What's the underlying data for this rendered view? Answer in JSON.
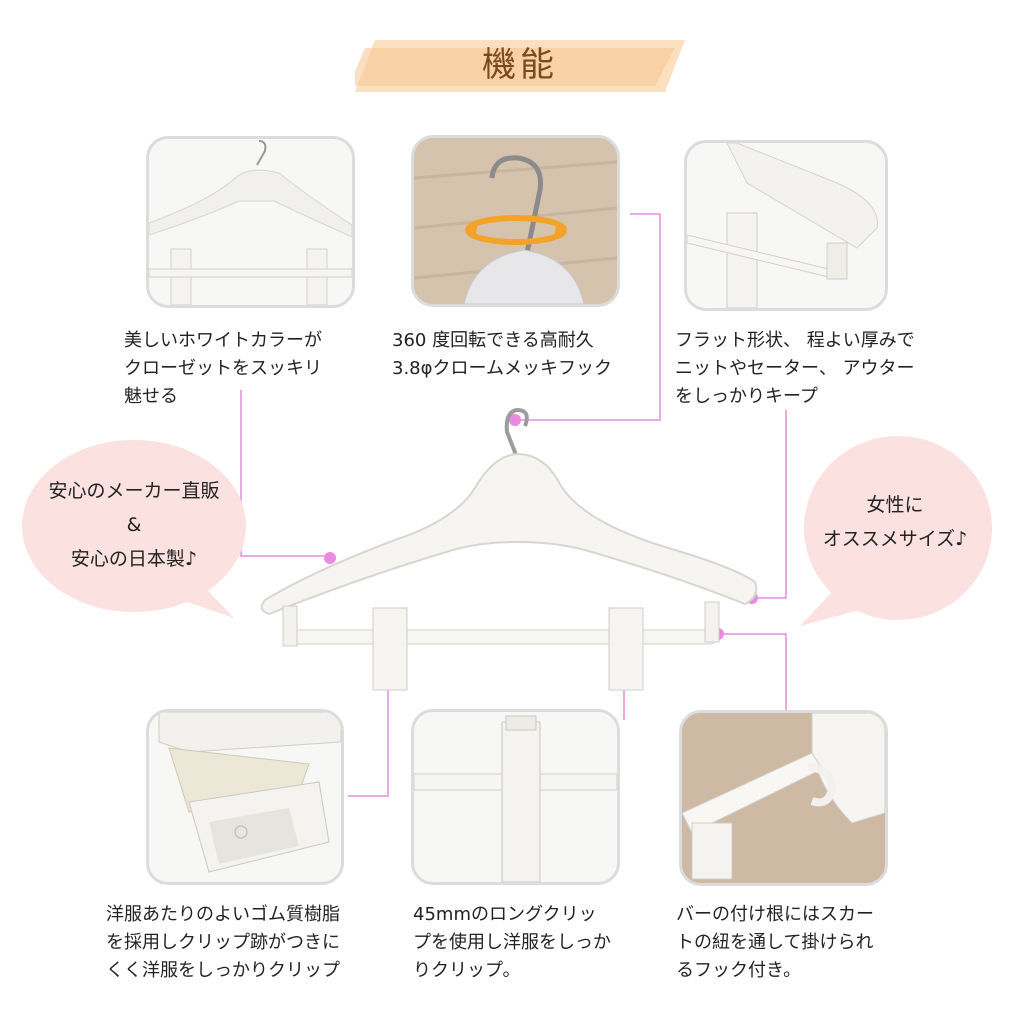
{
  "title": "機能",
  "features": [
    {
      "id": "color",
      "caption": "美しいホワイトカラーが\nクローゼットをスッキリ\n魅せる"
    },
    {
      "id": "hook",
      "caption": "360 度回転できる高耐久\n3.8φクロームメッキフック"
    },
    {
      "id": "shape",
      "caption": "フラット形状、 程よい厚みで\nニットやセーター、 アウター\nをしっかりキープ"
    },
    {
      "id": "rubber",
      "caption": "洋服あたりのよいゴム質樹脂\nを採用しクリップ跡がつきに\nくく洋服をしっかりクリップ"
    },
    {
      "id": "clip",
      "caption": "45mmのロングクリッ\nプを使用し洋服をしっか\nりクリップ。"
    },
    {
      "id": "skirt-hook",
      "caption": "バーの付け根にはスカー\nトの紐を通して掛けられ\nるフック付き。"
    }
  ],
  "badges": {
    "left": "安心のメーカー直販\n&\n安心の日本製♪",
    "right": "女性に\nオススメサイズ♪"
  },
  "colors": {
    "banner": "#f9d3a8",
    "title": "#7a4a1e",
    "bubble": "#fbe1df",
    "connector": "#e98be0"
  }
}
